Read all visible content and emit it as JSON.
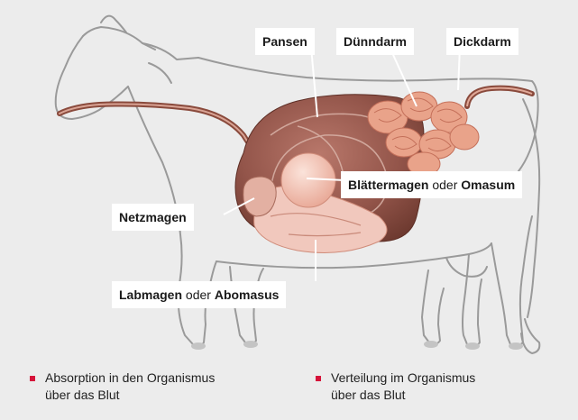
{
  "labels": {
    "pansen": "Pansen",
    "duenndarm": "Dünndarm",
    "dickdarm": "Dickdarm",
    "blaettermagen": {
      "bold1": "Blättermagen",
      "connector": " oder ",
      "bold2": "Omasum"
    },
    "netzmagen": "Netzmagen",
    "labmagen": {
      "bold1": "Labmagen",
      "connector": " oder ",
      "bold2": "Abomasus"
    }
  },
  "legend": [
    {
      "line1": "Absorption in den Organismus",
      "line2": "über das Blut"
    },
    {
      "line1": "Verteilung im Organismus",
      "line2": "über das Blut"
    }
  ],
  "colors": {
    "background": "#ececec",
    "outline": "#9a9a9a",
    "rumen": "#8a4a3c",
    "intestine": "#e9a38a",
    "abomasum": "#f1c8bd",
    "legend_marker": "#d6133a"
  }
}
